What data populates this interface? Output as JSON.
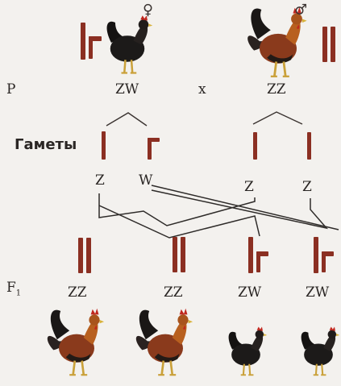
{
  "parents": {
    "row_label": "P",
    "cross_symbol": "x",
    "female": {
      "symbol": "♀",
      "genotype": "ZW",
      "icon": "hen-icon"
    },
    "male": {
      "symbol": "♂",
      "genotype": "ZZ",
      "icon": "rooster-icon"
    }
  },
  "gametes": {
    "label": "Гаметы",
    "female": [
      "Z",
      "W"
    ],
    "male": [
      "Z",
      "Z"
    ]
  },
  "offspring": {
    "row_label": "F",
    "row_label_sub": "1",
    "genotypes": [
      "ZZ",
      "ZZ",
      "ZW",
      "ZW"
    ],
    "icons": [
      "rooster-icon",
      "rooster-icon",
      "hen-icon",
      "hen-icon"
    ]
  },
  "colors": {
    "chromosome": "#8b2f22",
    "lines": "#333333",
    "rooster_body": "#8a3a1c",
    "hen_body": "#1c1a19"
  }
}
